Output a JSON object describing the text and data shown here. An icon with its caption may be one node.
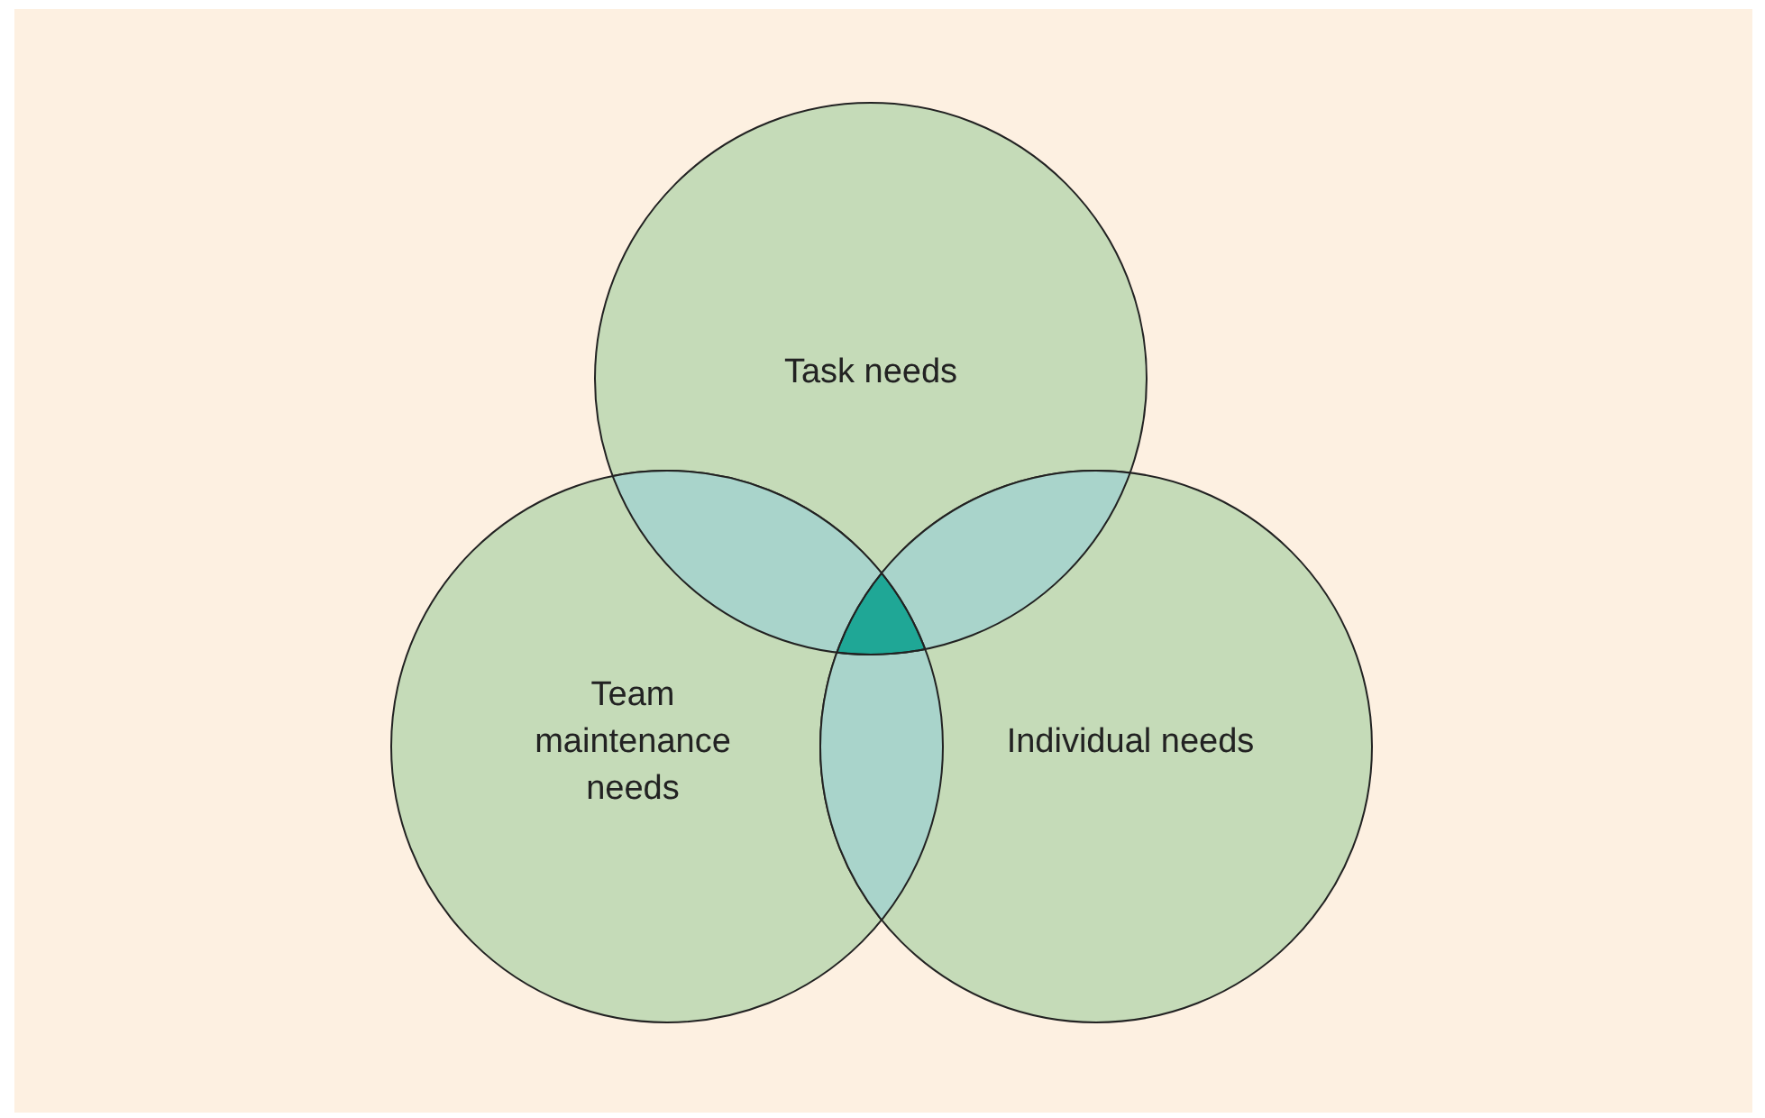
{
  "diagram": {
    "nodes": [
      {
        "text": [
          "Task needs"
        ]
      },
      {
        "text": [
          "Team maintenance needs"
        ]
      },
      {
        "text": [
          "Individual needs"
        ]
      }
    ]
  }
}
